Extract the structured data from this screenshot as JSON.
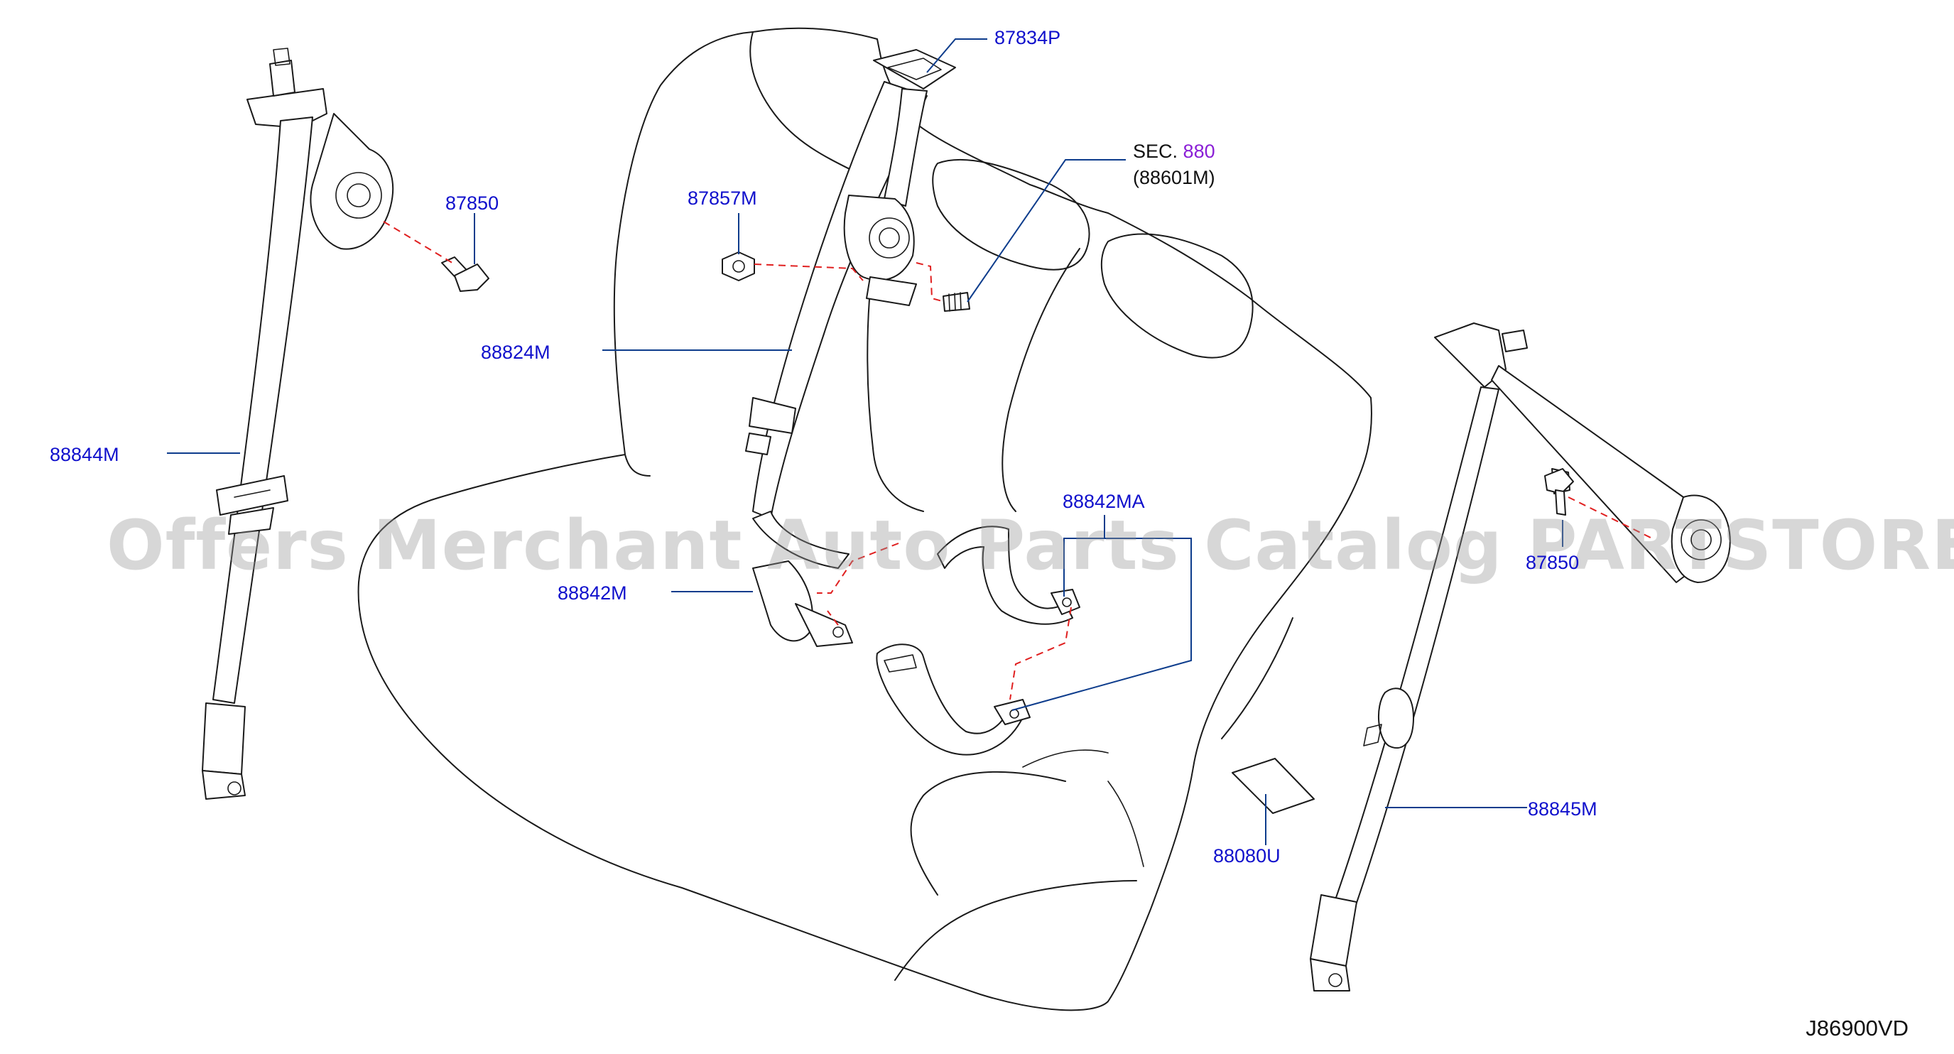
{
  "callouts": {
    "p87834p": "87834P",
    "sec_label": "SEC.",
    "sec_number": "880",
    "sec_ref": "(88601M)",
    "p87857m": "87857M",
    "p87850_left": "87850",
    "p88824m": "88824M",
    "p88844m": "88844M",
    "p88842ma": "88842MA",
    "p88842m": "88842M",
    "p87850_right": "87850",
    "p88845m": "88845M",
    "p88080u": "88080U"
  },
  "diagram_code": "J86900VD",
  "watermark": "Offers Merchant Auto Parts Catalog PARTSTORE.SA",
  "colors": {
    "callout_text": "#1010cc",
    "section_number": "#8a1fd6",
    "leader_line": "#0d3c8c",
    "dashed_line": "#e02020",
    "outline": "#1a1a1a",
    "watermark": "#969696"
  }
}
